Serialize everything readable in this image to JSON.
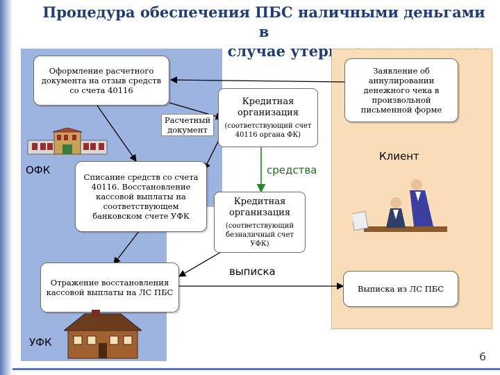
{
  "title": {
    "line1": "Процедура обеспечения ПБС наличными деньгами в",
    "line2": "случае утери денежного чека"
  },
  "colors": {
    "title": "#1f3d78",
    "panel_blue": "#9db4e0",
    "panel_client": "#f9ddb8",
    "arrow_green": "#1f8c1f",
    "arrow_black": "#000000"
  },
  "ofk": {
    "label": "ОФК",
    "box_request": "Оформление расчетного документа на отзыв средств со счета 40116",
    "box_writeoff": "Списание средств со счета 40116. Восстановление кассовой выплаты на соответствующем банковском счете УФК",
    "payment_doc_label": "Расчетный документ"
  },
  "ufk": {
    "label": "УФК",
    "box_reflect": "Отражение восстановления кассовой выплаты на ЛС ПБС"
  },
  "credit_org_top": {
    "title": "Кредитная организация",
    "subtitle": "(соответствующий счет 40116 органа ФК)"
  },
  "credit_org_bottom": {
    "title": "Кредитная организация",
    "subtitle": "(соответствующий безналичный счет УФК)"
  },
  "client": {
    "label": "Клиент",
    "box_statement": "Заявление об аннулировании денежного чека в произвольной письменной форме",
    "box_extract": "Выписка из ЛС ПБС"
  },
  "labels": {
    "funds": "средства",
    "extract": "выписка"
  },
  "page_number": "6"
}
